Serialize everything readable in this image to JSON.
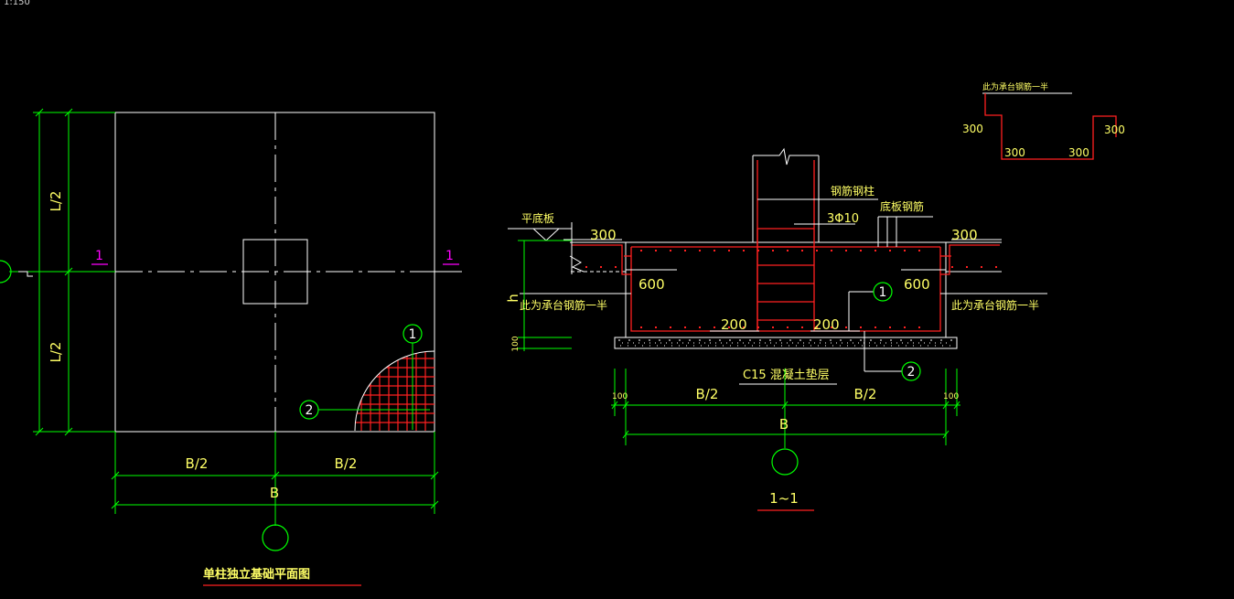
{
  "scale": "1:150",
  "plan": {
    "title": "单柱独立基础平面图",
    "dim_half_length": "L/2",
    "dim_half_width": "B/2",
    "dim_width": "B",
    "section_mark": "1",
    "marker_1": "1",
    "marker_2": "2"
  },
  "section": {
    "title": "1~1",
    "label_flat_slab": "平底板",
    "label_column_rebar": "钢筋钢柱",
    "label_bottom_rebar": "底板钢筋",
    "label_stirrup": "3Φ10",
    "label_half_rebar": "此为承台钢筋一半",
    "label_cushion": "C15 混凝土垫层",
    "dim_300": "300",
    "dim_600": "600",
    "dim_200": "200",
    "dim_100": "100",
    "dim_h": "h",
    "dim_half_width": "B/2",
    "dim_width": "B",
    "marker_1": "1",
    "marker_2": "2"
  },
  "rebar_detail": {
    "title": "此为承台钢筋一半",
    "dim_300": "300"
  },
  "colors": {
    "background": "#000000",
    "outline": "#ffffff",
    "dimension": "#00ff00",
    "text": "#ffff66",
    "rebar": "#ff2020",
    "section_mark": "#ff00ff"
  }
}
